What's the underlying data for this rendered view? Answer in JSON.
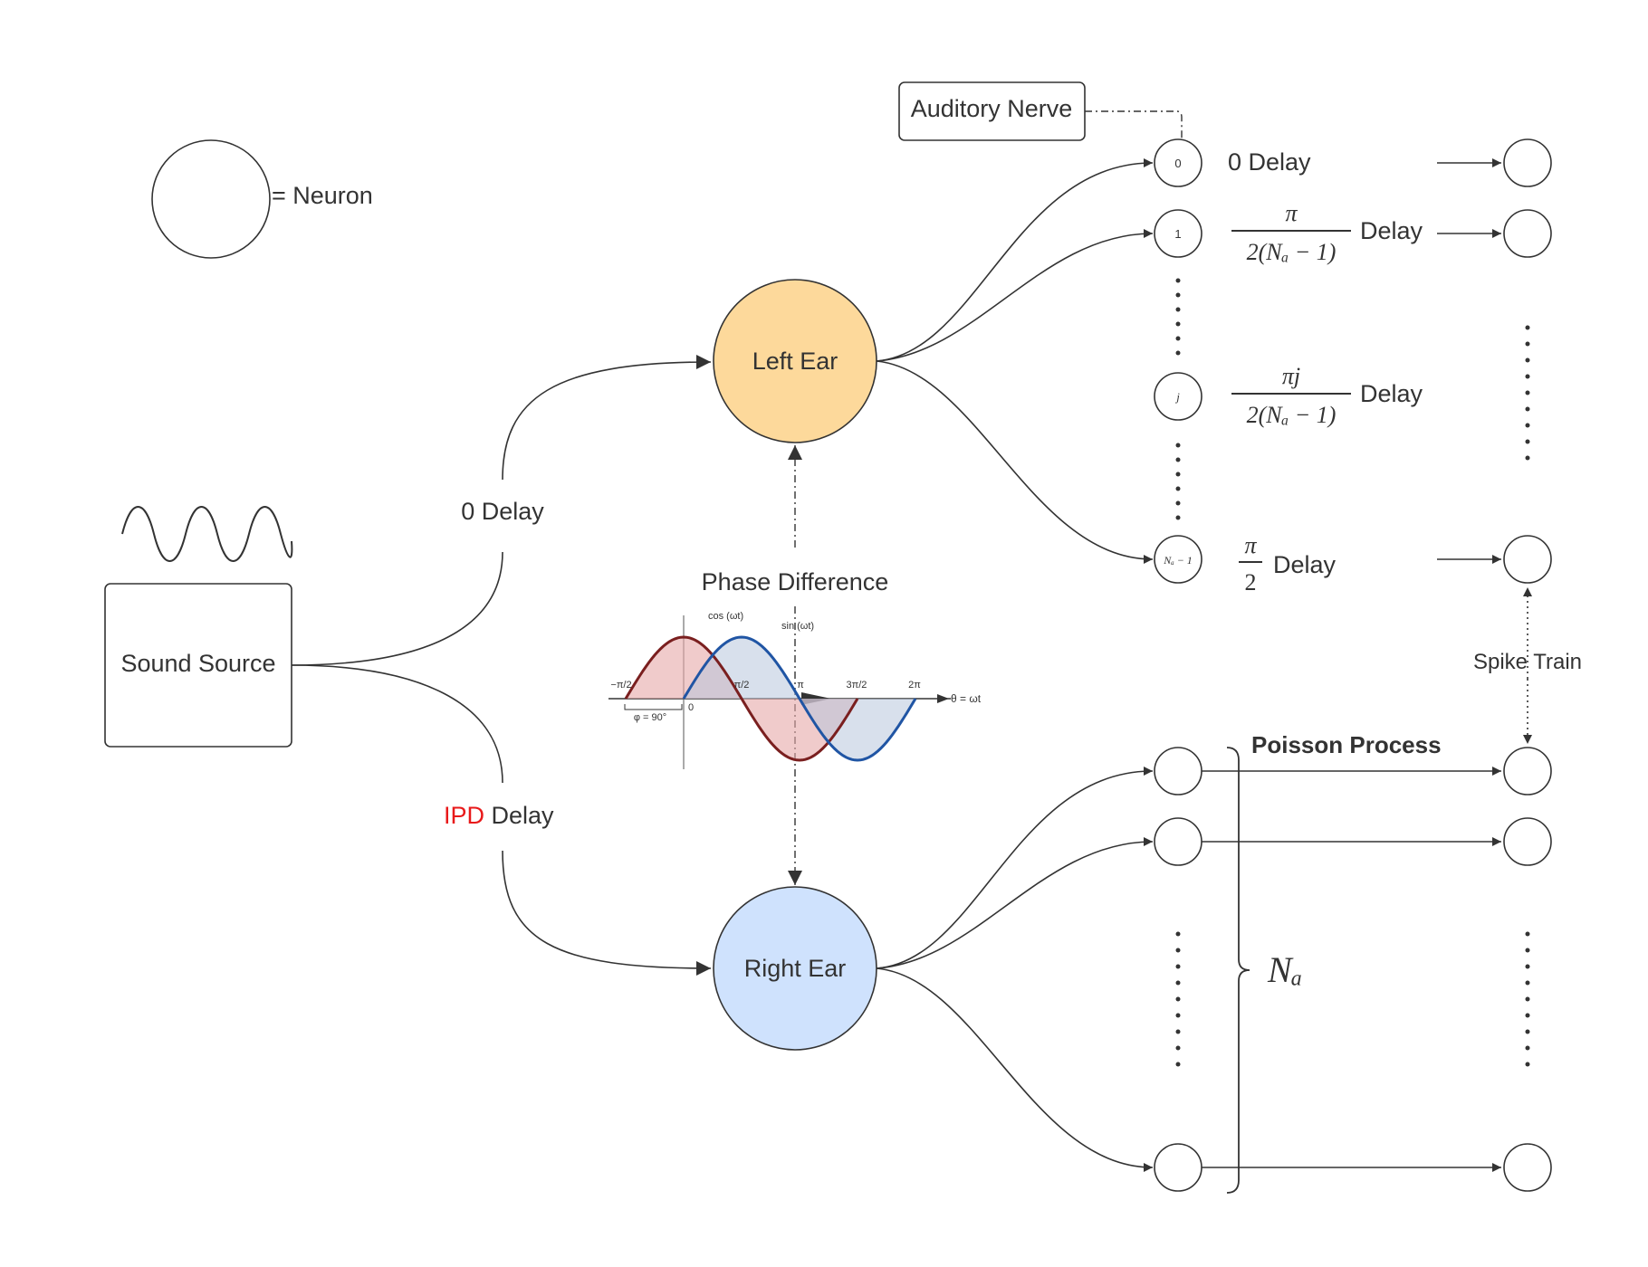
{
  "legend": {
    "neuron_label": "= Neuron"
  },
  "source": {
    "label": "Sound Source"
  },
  "edges": {
    "left_delay": "0 Delay",
    "right_delay_ipd": "IPD",
    "right_delay_word": "Delay"
  },
  "ears": {
    "left": "Left Ear",
    "right": "Right Ear"
  },
  "phase": {
    "title": "Phase Difference",
    "cos_label": "cos (ωt)",
    "sin_label": "sin (ωt)",
    "axis_label": "θ = ωt",
    "ticks": [
      "−π/2",
      "0",
      "π/2",
      "π",
      "3π/2",
      "2π"
    ],
    "phase_note": "φ = 90°"
  },
  "auditory_nerve": {
    "label": "Auditory Nerve"
  },
  "nerve_neurons": {
    "n0": "0",
    "n1": "1",
    "nj": "j",
    "nlast": "Nₐ − 1"
  },
  "delays": {
    "d0": "0 Delay",
    "d1_num": "π",
    "d1_den": "2(Nₐ − 1)",
    "dj_num": "πj",
    "dj_den": "2(Nₐ − 1)",
    "dlast_num": "π",
    "dlast_den": "2",
    "word": "Delay"
  },
  "spike_train": {
    "label": "Spike Train"
  },
  "poisson": {
    "label": "Poisson Process"
  },
  "na": {
    "label": "Nₐ"
  },
  "colors": {
    "left_ear_fill": "#fdd99b",
    "right_ear_fill": "#cfe2fd",
    "ipd_red": "#e8191a",
    "cos_curve": "#7a1f1f",
    "sin_curve": "#2055a4",
    "stroke": "#333333"
  }
}
